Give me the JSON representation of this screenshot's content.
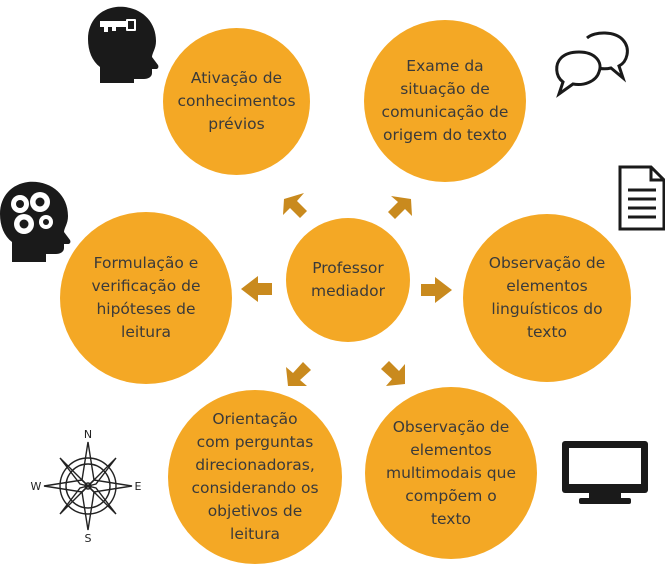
{
  "diagram": {
    "center": "Professor\nmediador",
    "nodes": [
      {
        "id": "top-left",
        "text": "Ativação de\nconhecimentos\nprévios",
        "icon": "head-key-icon"
      },
      {
        "id": "top-right",
        "text": "Exame da\nsituação de\ncomunicação de\norigem do texto",
        "icon": "speech-bubbles-icon"
      },
      {
        "id": "middle-left",
        "text": "Formulação e\nverificação de\nhipóteses de\nleitura",
        "icon": "head-gears-icon"
      },
      {
        "id": "middle-right",
        "text": "Observação de\nelementos\nlinguísticos do\ntexto",
        "icon": "document-icon"
      },
      {
        "id": "bottom-left",
        "text": "Orientação\ncom perguntas\ndirecionadoras,\nconsiderando os\nobjetivos de\nleitura",
        "icon": "compass-rose-icon"
      },
      {
        "id": "bottom-right",
        "text": "Observação de\nelementos\nmultimodais que\ncompõem o\ntexto",
        "icon": "monitor-icon"
      }
    ],
    "compass": {
      "n": "N",
      "s": "S",
      "e": "E",
      "w": "W"
    },
    "colors": {
      "node": "#f4a825",
      "arrow": "#c98a1e",
      "text": "#3a3a3a",
      "icon": "#1a1a1a"
    }
  }
}
